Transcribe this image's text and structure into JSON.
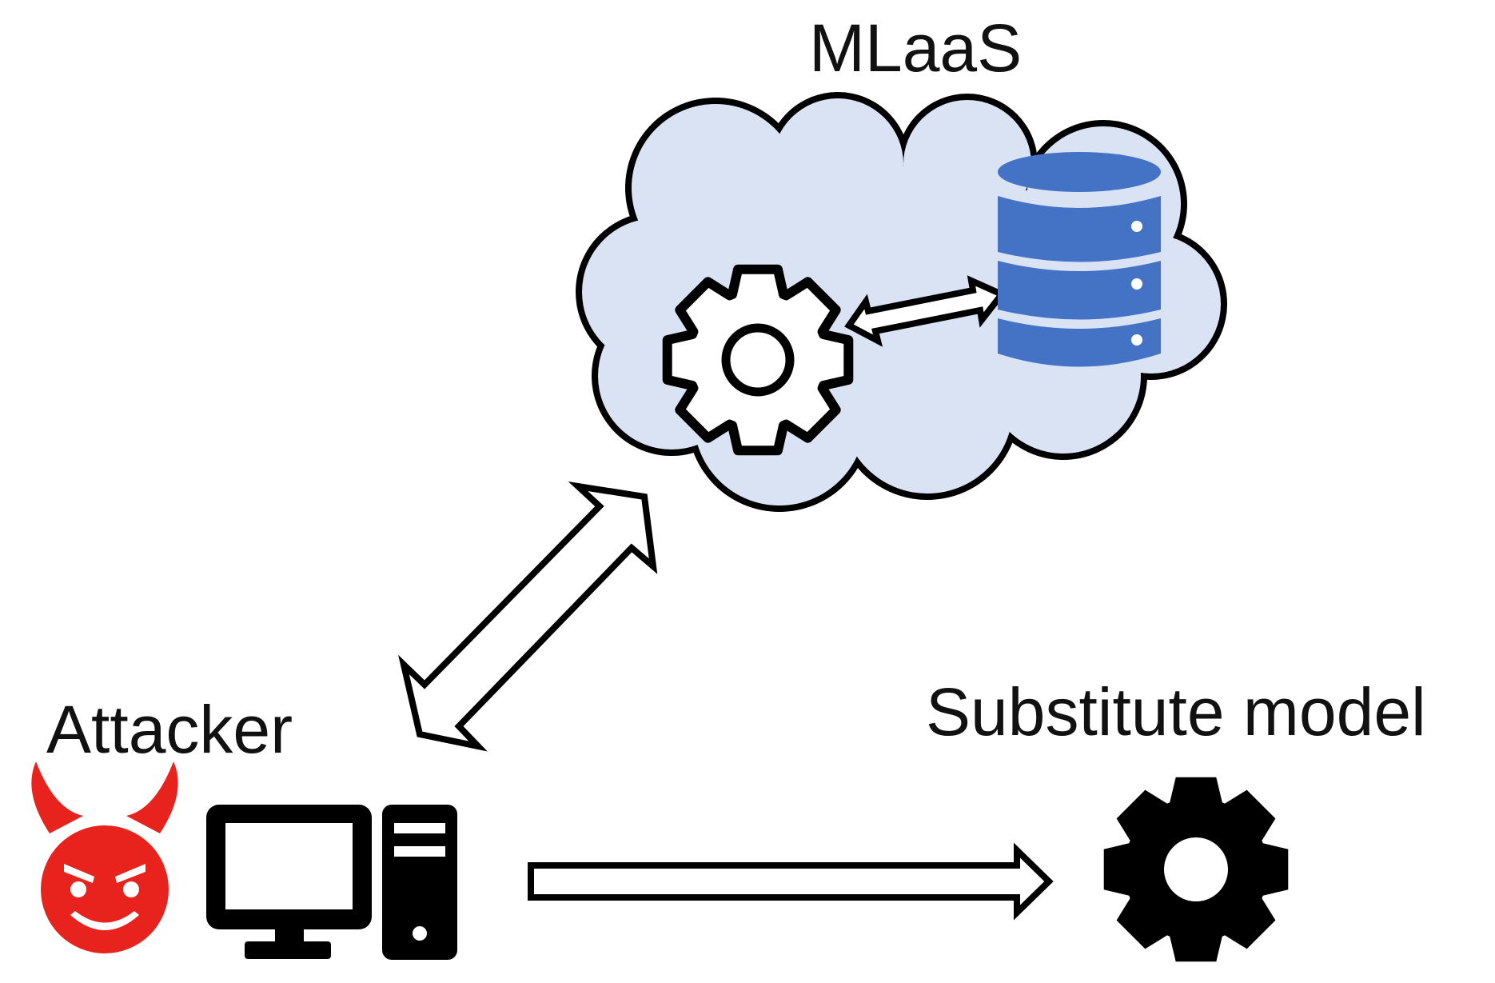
{
  "labels": {
    "cloud_service": "MLaaS",
    "attacker": "Attacker",
    "substitute_model": "Substitute model"
  },
  "icons": {
    "cloud": "cloud-icon",
    "cloud_gear": "gear-icon",
    "database": "database-icon",
    "devil": "devil-icon",
    "monitor": "monitor-icon",
    "tower": "computer-tower-icon",
    "substitute_gear": "gear-icon"
  },
  "colors": {
    "cloud_fill": "#dae3f3",
    "database": "#4472c4",
    "devil": "#e8231e",
    "stroke": "#000000"
  }
}
